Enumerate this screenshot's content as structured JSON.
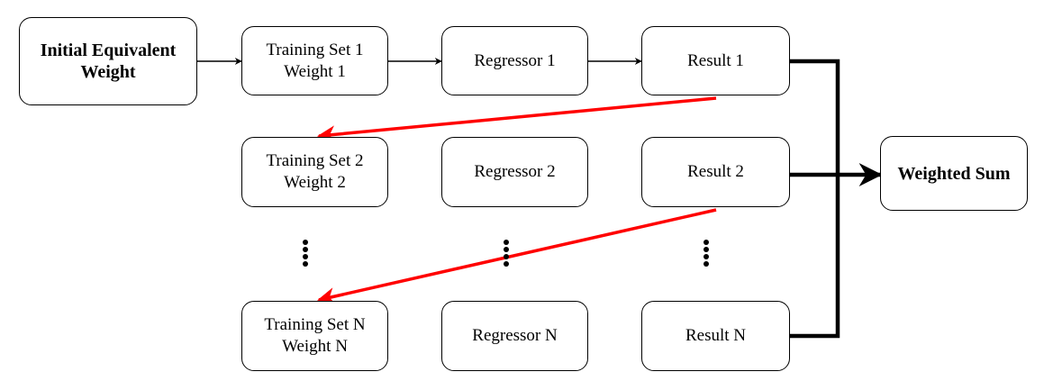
{
  "diagram": {
    "initial": {
      "line1": "Initial Equivalent",
      "line2": "Weight"
    },
    "rows": [
      {
        "training_line1": "Training Set 1",
        "training_line2": "Weight 1",
        "regressor": "Regressor 1",
        "result": "Result 1"
      },
      {
        "training_line1": "Training Set 2",
        "training_line2": "Weight 2",
        "regressor": "Regressor 2",
        "result": "Result 2"
      },
      {
        "training_line1": "Training Set N",
        "training_line2": "Weight N",
        "regressor": "Regressor N",
        "result": "Result N"
      }
    ],
    "output": "Weighted Sum",
    "colors": {
      "stroke": "#000000",
      "feedback_arrow": "#ff0000",
      "background": "#ffffff"
    }
  }
}
